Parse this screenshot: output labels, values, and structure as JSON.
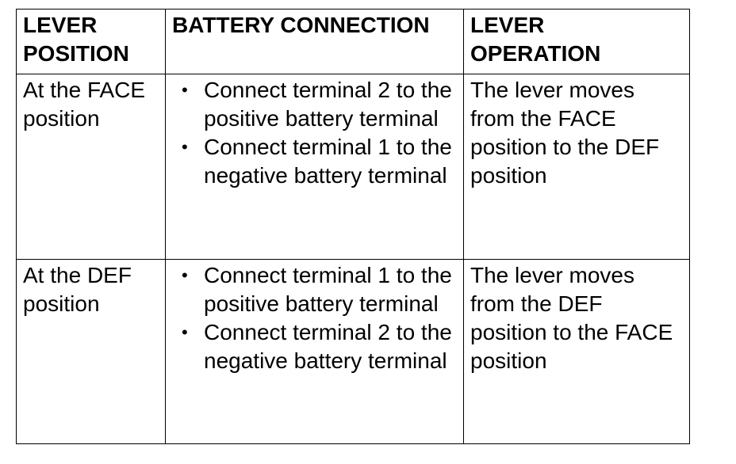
{
  "table": {
    "headers": [
      [
        "LEVER",
        "POSITION"
      ],
      [
        "BATTERY CONNECTION"
      ],
      [
        "LEVER",
        "OPERATION"
      ]
    ],
    "rows": [
      {
        "position": "At the FACE position",
        "connections": [
          "Connect terminal 2 to the positive battery terminal",
          "Connect terminal 1 to the negative battery terminal"
        ],
        "operation": "The lever moves from the FACE position to the DEF position"
      },
      {
        "position": "At the DEF position",
        "connections": [
          "Connect terminal 1 to the positive battery terminal",
          "Connect terminal 2 to the negative battery terminal"
        ],
        "operation": "The lever moves from the DEF position to the FACE position"
      }
    ],
    "bullet_glyph": "•"
  }
}
